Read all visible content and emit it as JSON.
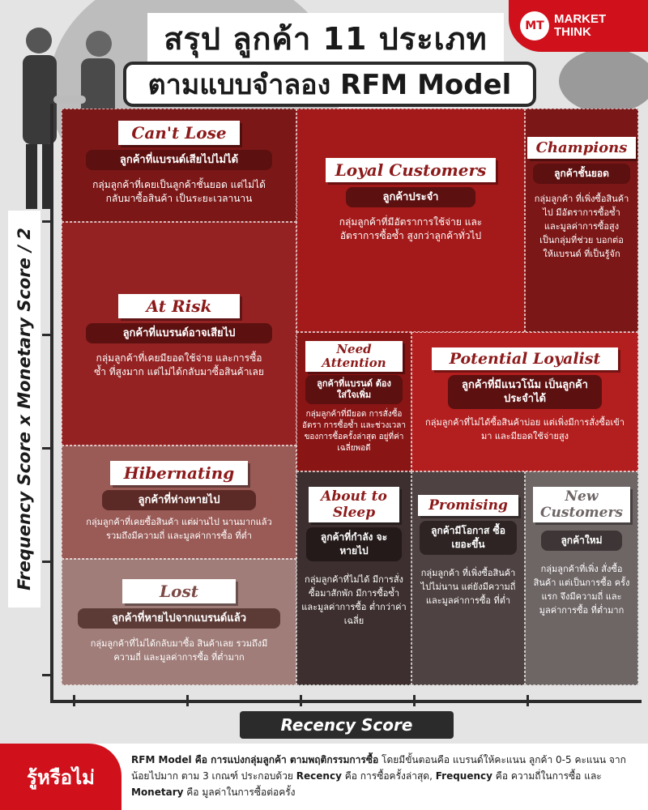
{
  "header": {
    "title_line1": "สรุป ลูกค้า 11 ประเภท",
    "title_line2": "ตามแบบจำลอง RFM Model",
    "brand_logo": "MT",
    "brand_line1": "MARKET",
    "brand_line2": "THINK"
  },
  "axes": {
    "y_label": "Frequency Score x Monetary Score / 2",
    "x_label": "Recency Score"
  },
  "segments": {
    "cant_lose": {
      "name": "Can't Lose",
      "sub": "ลูกค้าที่แบรนด์เสียไปไม่ได้",
      "desc": "กลุ่มลูกค้าที่เคยเป็นลูกค้าชั้นยอด แต่ไม่ได้กลับมาซื้อสินค้า เป็นระยะเวลานาน",
      "color": "#7c1717"
    },
    "loyal": {
      "name": "Loyal Customers",
      "sub": "ลูกค้าประจำ",
      "desc": "กลุ่มลูกค้าที่มีอัตราการใช้จ่าย และอัตราการซื้อซ้ำ สูงกว่าลูกค้าทั่วไป",
      "color": "#a41a1a"
    },
    "champions": {
      "name": "Champions",
      "sub": "ลูกค้าชั้นยอด",
      "desc": "กลุ่มลูกค้า ที่เพิ่งซื้อสินค้าไป มีอัตราการซื้อซ้ำ และมูลค่าการซื้อสูง เป็นกลุ่มที่ช่วย บอกต่อ ให้แบรนด์ ที่เป็นรู้จัก",
      "color": "#7c1717"
    },
    "at_risk": {
      "name": "At Risk",
      "sub": "ลูกค้าที่แบรนด์อาจเสียไป",
      "desc": "กลุ่มลูกค้าที่เคยมียอดใช้จ่าย และการซื้อซ้ำ ที่สูงมาก แต่ไม่ได้กลับมาซื้อสินค้าเลย",
      "color": "#942222"
    },
    "need_attention": {
      "name": "Need Attention",
      "sub": "ลูกค้าที่แบรนด์ ต้องใส่ใจเพิ่ม",
      "desc": "กลุ่มลูกค้าที่มียอด การสั่งซื้อ อัตรา การซื้อซ้ำ และช่วงเวลา ของการซื้อครั้งล่าสุด อยู่ที่ค่าเฉลี่ยพอดี",
      "color": "#8a1515"
    },
    "potential": {
      "name": "Potential Loyalist",
      "sub": "ลูกค้าที่มีแนวโน้ม เป็นลูกค้าประจำได้",
      "desc": "กลุ่มลูกค้าที่ไม่ได้ซื้อสินค้าบ่อย แต่เพิ่งมีการสั่งซื้อเข้ามา และมียอดใช้จ่ายสูง",
      "color": "#b31e1e"
    },
    "hibernating": {
      "name": "Hibernating",
      "sub": "ลูกค้าที่ห่างหายไป",
      "desc": "กลุ่มลูกค้าที่เคยซื้อสินค้า แต่ผ่านไป นานมากแล้ว รวมถึงมีความถี่ และมูลค่าการซื้อ ที่ต่ำ",
      "color": "#9a5b57"
    },
    "about_to_sleep": {
      "name": "About to Sleep",
      "sub": "ลูกค้าที่กำลัง จะหายไป",
      "desc": "กลุ่มลูกค้าที่ไม่ได้ มีการสั่งซื้อมาสักพัก มีการซื้อซ้ำ และมูลค่าการซื้อ ต่ำกว่าค่าเฉลี่ย",
      "color": "#3d2f2f"
    },
    "promising": {
      "name": "Promising",
      "sub": "ลูกค้ามีโอกาส ซื้อเยอะขึ้น",
      "desc": "กลุ่มลูกค้า ที่เพิ่งซื้อสินค้า ไปไม่นาน แต่ยังมีความถี่ และมูลค่าการซื้อ ที่ต่ำ",
      "color": "#4f4242"
    },
    "new_customers": {
      "name": "New Customers",
      "sub": "ลูกค้าใหม่",
      "desc": "กลุ่มลูกค้าที่เพิ่ง สั่งซื้อสินค้า แต่เป็นการซื้อ ครั้งแรก จึงมีความถี่ และมูลค่าการซื้อ ที่ต่ำมาก",
      "color": "#6e6565"
    },
    "lost": {
      "name": "Lost",
      "sub": "ลูกค้าที่หายไปจากแบรนด์แล้ว",
      "desc": "กลุ่มลูกค้าที่ไม่ได้กลับมาซื้อ สินค้าเลย รวมถึงมีความถี่ และมูลค่าการซื้อ ที่ต่ำมาก",
      "color": "#a07d79"
    }
  },
  "footer": {
    "tag": "รู้หรือไม่",
    "t1": "RFM Model คือ การแบ่งกลุ่มลูกค้า ตามพฤติกรรมการซื้อ",
    "t2": " โดยมีขั้นตอนคือ แบรนด์ให้คะแนน ลูกค้า 0-5 คะแนน จากน้อยไปมาก ตาม 3 เกณฑ์ ประกอบด้วย ",
    "t3": "Recency",
    "t4": " คือ การซื้อครั้งล่าสุด, ",
    "t5": "Frequency",
    "t6": " คือ ความถี่ในการซื้อ และ ",
    "t7": "Monetary",
    "t8": " คือ มูลค่าในการซื้อต่อครั้ง"
  }
}
